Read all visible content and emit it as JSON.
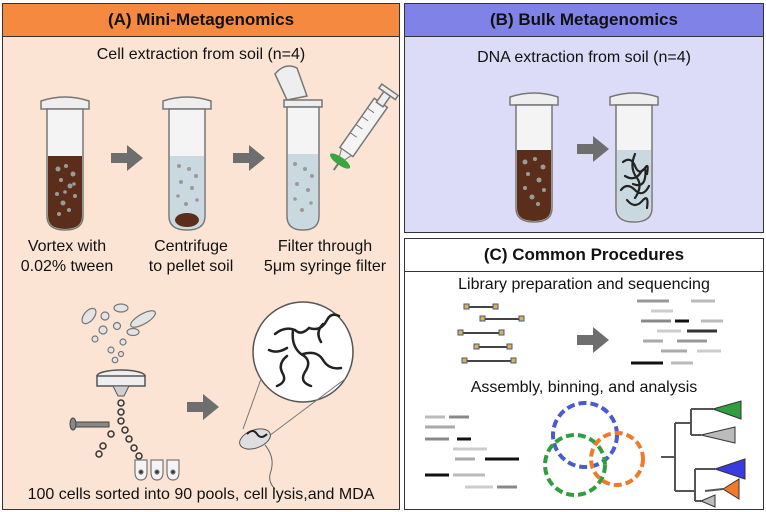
{
  "panels": {
    "a": {
      "title": "(A) Mini-Metagenomics",
      "subtitle": "Cell extraction from soil (n=4)",
      "step1_line1": "Vortex with",
      "step1_line2": "0.02% tween",
      "step2_line1": "Centrifuge",
      "step2_line2": "to pellet soil",
      "step3_line1": "Filter through",
      "step3_line2": "5μm syringe filter",
      "bottom_caption": "100 cells sorted into 90 pools, cell lysis,and MDA"
    },
    "b": {
      "title": "(B) Bulk Metagenomics",
      "subtitle": "DNA extraction from soil (n=4)"
    },
    "c": {
      "title": "(C) Common Procedures",
      "library_label": "Library preparation and sequencing",
      "assembly_label": "Assembly, binning, and analysis"
    }
  },
  "colors": {
    "panel_a_header": "#f5893f",
    "panel_a_bg": "#fce4d4",
    "panel_b_header": "#8182e8",
    "panel_b_bg": "#dcdcf8",
    "soil": "#5a2e1a",
    "liquid": "#c9d9df",
    "filter_green": "#3aa640",
    "arrow_gray": "#6e6e6e",
    "tree_green": "#2e9e3e",
    "tree_blue": "#3a3adf",
    "tree_orange": "#f07a2a"
  }
}
